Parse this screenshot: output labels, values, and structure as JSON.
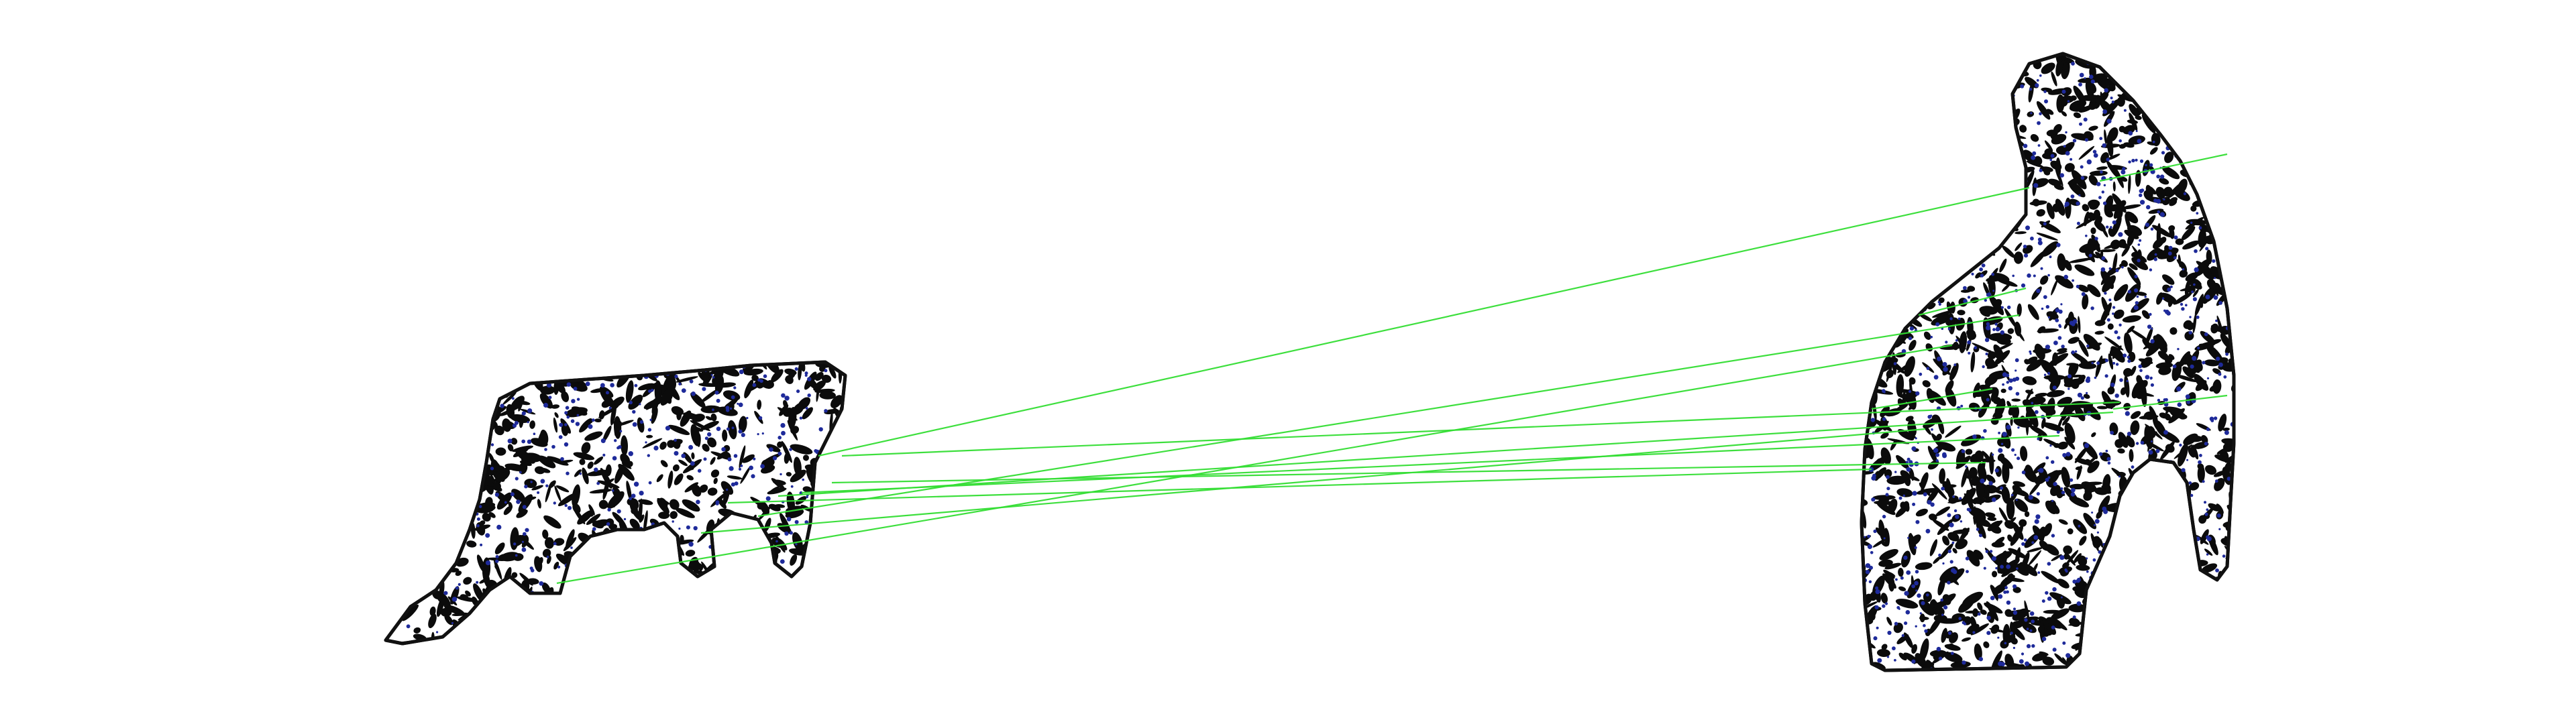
{
  "colors": {
    "background": "#ffffff",
    "outline": "#111111",
    "texture": "#0b0b0b",
    "keypoint": "#1e2a9a",
    "match_line": "#33dd33"
  },
  "shapes": [
    {
      "name": "left-shape"
    },
    {
      "name": "right-shape"
    }
  ],
  "match_lines": {
    "count": 9
  }
}
